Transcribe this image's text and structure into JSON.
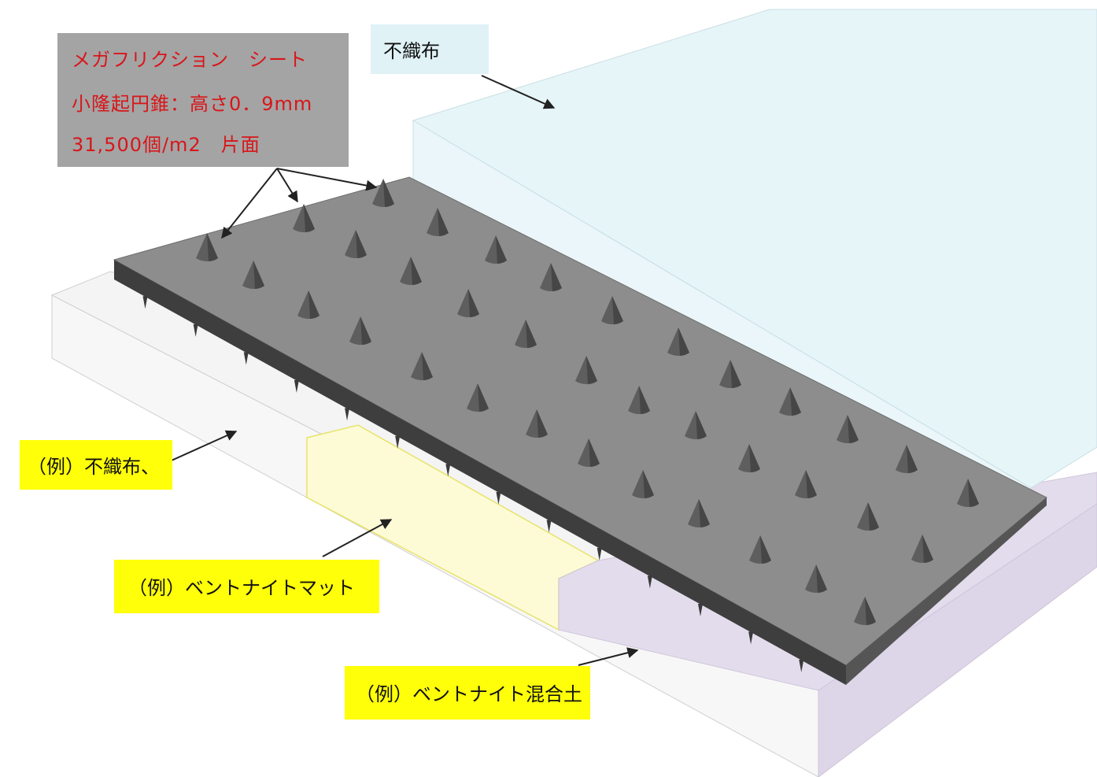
{
  "spec": {
    "line1": "メガフリクション　シート",
    "line2": "小隆起円錐：高さ0．9mm",
    "line3": "31,500個/m2　片面"
  },
  "layers": {
    "top": "不織布",
    "example_1": "（例）不織布、",
    "example_2": "（例）ベントナイトマット",
    "example_3": "（例）ベントナイト混合土"
  },
  "colors": {
    "spec_box": "#a4a4a4",
    "spec_text": "#d8161a",
    "label_yellow": "#ffff0a",
    "top_fabric": "#e6f5f8",
    "sheet": "#8d8d8d",
    "mat": "#fdfbd6",
    "soil": "#e3dcec",
    "base_fabric": "#f5f5f5"
  },
  "icons": [
    "cone-protrusion-icon",
    "arrow-icon"
  ]
}
